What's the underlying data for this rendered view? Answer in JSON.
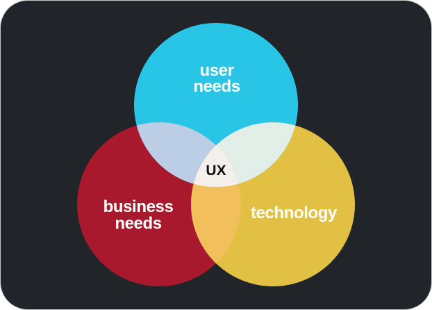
{
  "diagram": {
    "circles": [
      {
        "id": "user",
        "lines": [
          "user",
          "needs"
        ],
        "color": "#29c5e6"
      },
      {
        "id": "business",
        "lines": [
          "business",
          "needs"
        ],
        "color": "#a8192e"
      },
      {
        "id": "technology",
        "lines": [
          "technology"
        ],
        "color": "#e1c044"
      }
    ],
    "overlaps": {
      "user_business": "#bccde6",
      "user_technology": "#e2efe9",
      "business_technology": "#f1c05c",
      "center": "#f4efea"
    },
    "center_label": "UX",
    "background": "#212529"
  }
}
